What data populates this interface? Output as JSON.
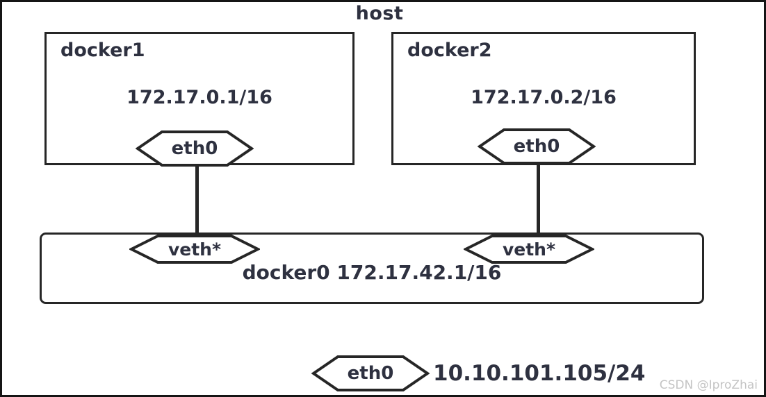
{
  "title": "host",
  "containers": [
    {
      "name": "docker1",
      "ip": "172.17.0.1/16",
      "interface": "eth0"
    },
    {
      "name": "docker2",
      "ip": "172.17.0.2/16",
      "interface": "eth0"
    }
  ],
  "bridge": {
    "label": "docker0 172.17.42.1/16",
    "veth_left": "veth*",
    "veth_right": "veth*"
  },
  "host_interface": {
    "label": "eth0",
    "ip": "10.10.101.105/24"
  },
  "watermark": "CSDN @IproZhai",
  "colors": {
    "line": "#262626",
    "text": "#2e3140",
    "watermark": "#c4c4c4",
    "background": "#ffffff"
  }
}
